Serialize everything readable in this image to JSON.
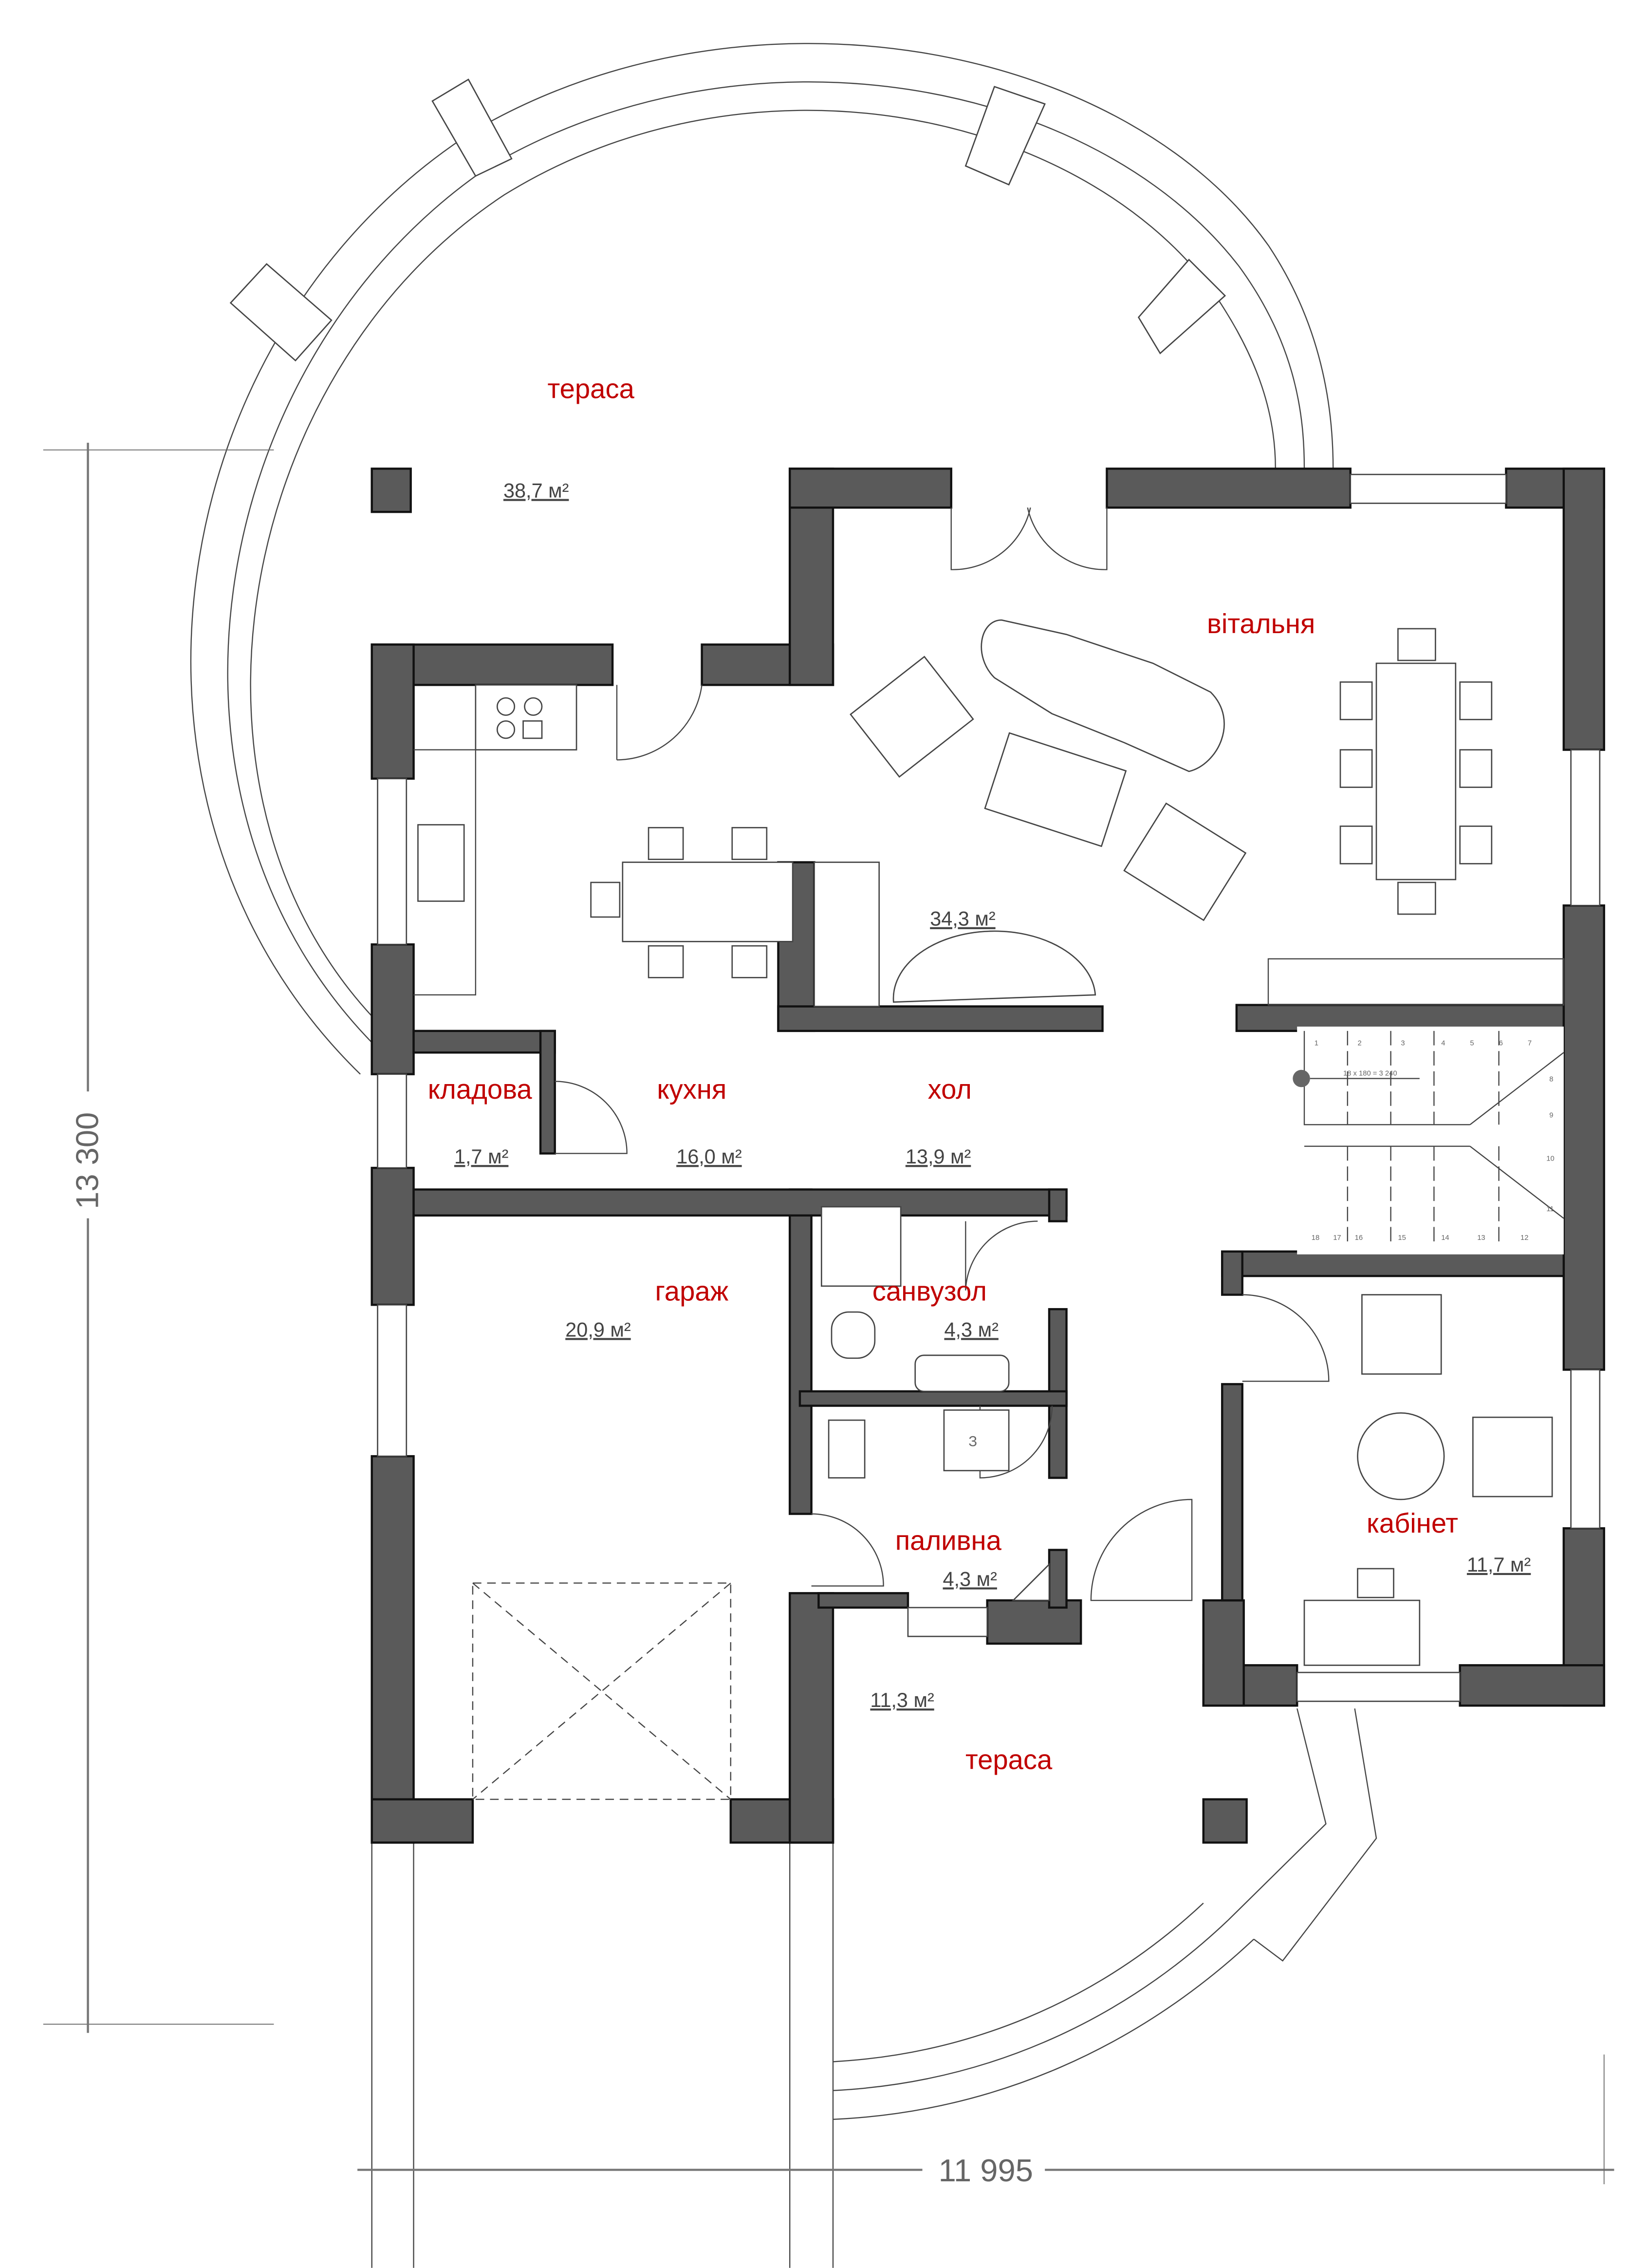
{
  "plan": {
    "rooms": [
      {
        "name": "тераса",
        "area": "38,7 м²"
      },
      {
        "name": "вітальня",
        "area": "34,3 м²"
      },
      {
        "name": "кладова",
        "area": "1,7 м²"
      },
      {
        "name": "кухня",
        "area": "16,0 м²"
      },
      {
        "name": "хол",
        "area": "13,9 м²"
      },
      {
        "name": "гараж",
        "area": "20,9 м²"
      },
      {
        "name": "санвузол",
        "area": "4,3 м²"
      },
      {
        "name": "паливна",
        "area": "4,3 м²"
      },
      {
        "name": "кабінет",
        "area": "11,7 м²"
      },
      {
        "name": "тераса",
        "area": "11,3 м²"
      }
    ],
    "stair_note": "18 x 180 = 3 240",
    "stair_steps": [
      "1",
      "2",
      "3",
      "4",
      "5",
      "6",
      "7",
      "8",
      "9",
      "10",
      "11",
      "12",
      "13",
      "14",
      "15",
      "16",
      "17",
      "18"
    ],
    "boiler_label": "З",
    "dimensions": {
      "height": "13 300",
      "width": "11 995"
    },
    "colors": {
      "wall": "#5a5a5a",
      "room_label": "#c00000"
    }
  }
}
